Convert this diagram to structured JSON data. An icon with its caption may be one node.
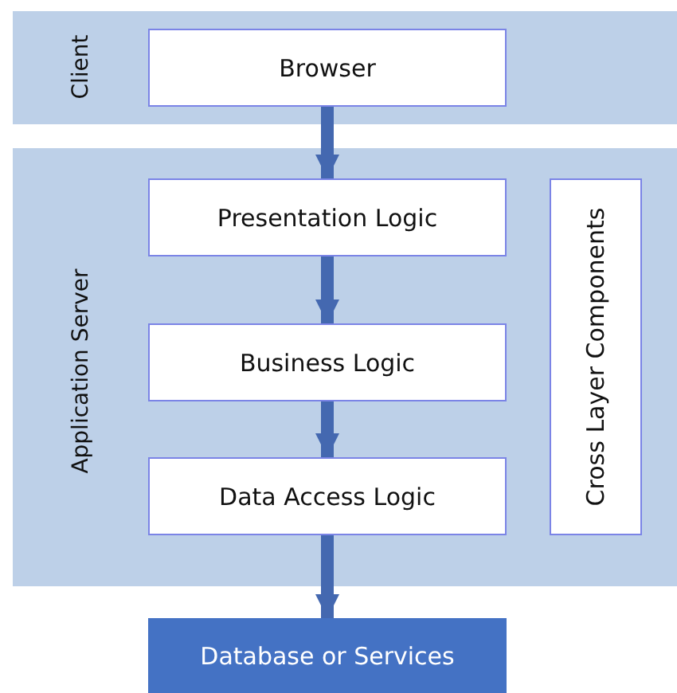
{
  "diagram": {
    "nodes": [
      {
        "text": [
          "Client"
        ]
      },
      {
        "text": [
          "Browser"
        ],
        "in": 0
      },
      {
        "text": [
          "Application Server"
        ]
      },
      {
        "text": [
          "Presentation Logic"
        ],
        "in": 2
      },
      {
        "text": [
          "Business Logic"
        ],
        "in": 2
      },
      {
        "text": [
          "Data Access Logic"
        ],
        "in": 2
      },
      {
        "text": [
          "Cross Layer Components"
        ],
        "in": 2
      },
      {
        "text": [
          "Database or Services"
        ]
      }
    ],
    "edges": [
      {
        "from": 1,
        "to": 3,
        "arrow": "to"
      },
      {
        "from": 3,
        "to": 4,
        "arrow": "to"
      },
      {
        "from": 4,
        "to": 5,
        "arrow": "to"
      },
      {
        "from": 5,
        "to": 7,
        "arrow": "to"
      }
    ]
  }
}
